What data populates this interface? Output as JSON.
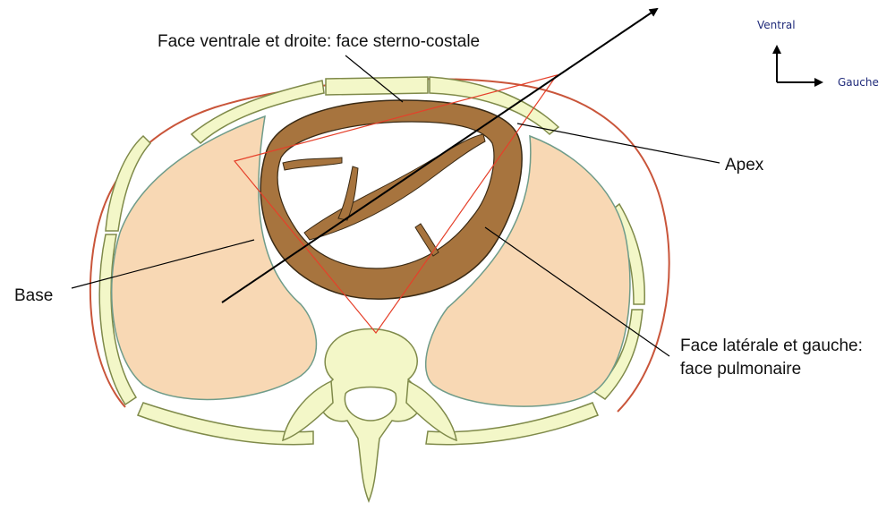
{
  "labels": {
    "face_ventrale": "Face ventrale et droite: face sterno-costale",
    "apex": "Apex",
    "base": "Base",
    "face_laterale_line1": "Face latérale et gauche:",
    "face_laterale_line2": "face pulmonaire"
  },
  "orientation": {
    "ventral": "Ventral",
    "gauche": "Gauche"
  },
  "colors": {
    "rib": "#f3f7c8",
    "rib_stroke": "#7f8a4a",
    "lung": "#f8d8b4",
    "lung_stroke": "#6f9c8a",
    "heart": "#a7743e",
    "pleura_line": "#c9553a",
    "triangle": "#e5402a",
    "axis": "#000000",
    "orientation_text": "#1f2a7a"
  }
}
